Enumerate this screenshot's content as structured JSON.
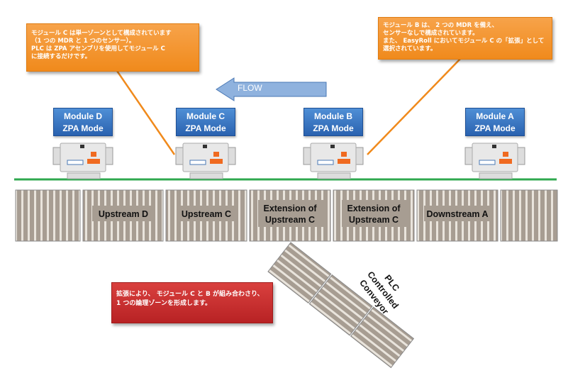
{
  "notes": {
    "module_c": "モジュール C は単一ゾーンとして構成されています\n（1 つの MDR と 1 つのセンサー）。\nPLC は ZPA アセンブリを使用してモジュール C\nに接続するだけです。",
    "module_b": "モジュール B は、 2 つの MDR を備え、\nセンサーなしで構成されています。\nまた、 EasyRoll においてモジュール C の「拡張」として\n選択されています。",
    "extension": "拡張により、 モジュール C と B が組み合わさり、\n1 つの論理ゾーンを形成します。"
  },
  "flow_label": "FLOW",
  "modules": [
    {
      "name": "Module D",
      "mode": "ZPA Mode"
    },
    {
      "name": "Module C",
      "mode": "ZPA Mode"
    },
    {
      "name": "Module B",
      "mode": "ZPA Mode"
    },
    {
      "name": "Module A",
      "mode": "ZPA Mode"
    }
  ],
  "zones": [
    "Upstream D",
    "Upstream C",
    "Extension of\nUpstream C",
    "Extension of\nUpstream C",
    "Downstream A"
  ],
  "branch_label": "PLC\nControlled\nConveyor",
  "colors": {
    "note": "#f08a1c",
    "module": "#2a62b0",
    "alert": "#c0282a",
    "network": "#2fa84f",
    "conveyor": "#a79d92",
    "flow_arrow": "#7ea6d6"
  }
}
